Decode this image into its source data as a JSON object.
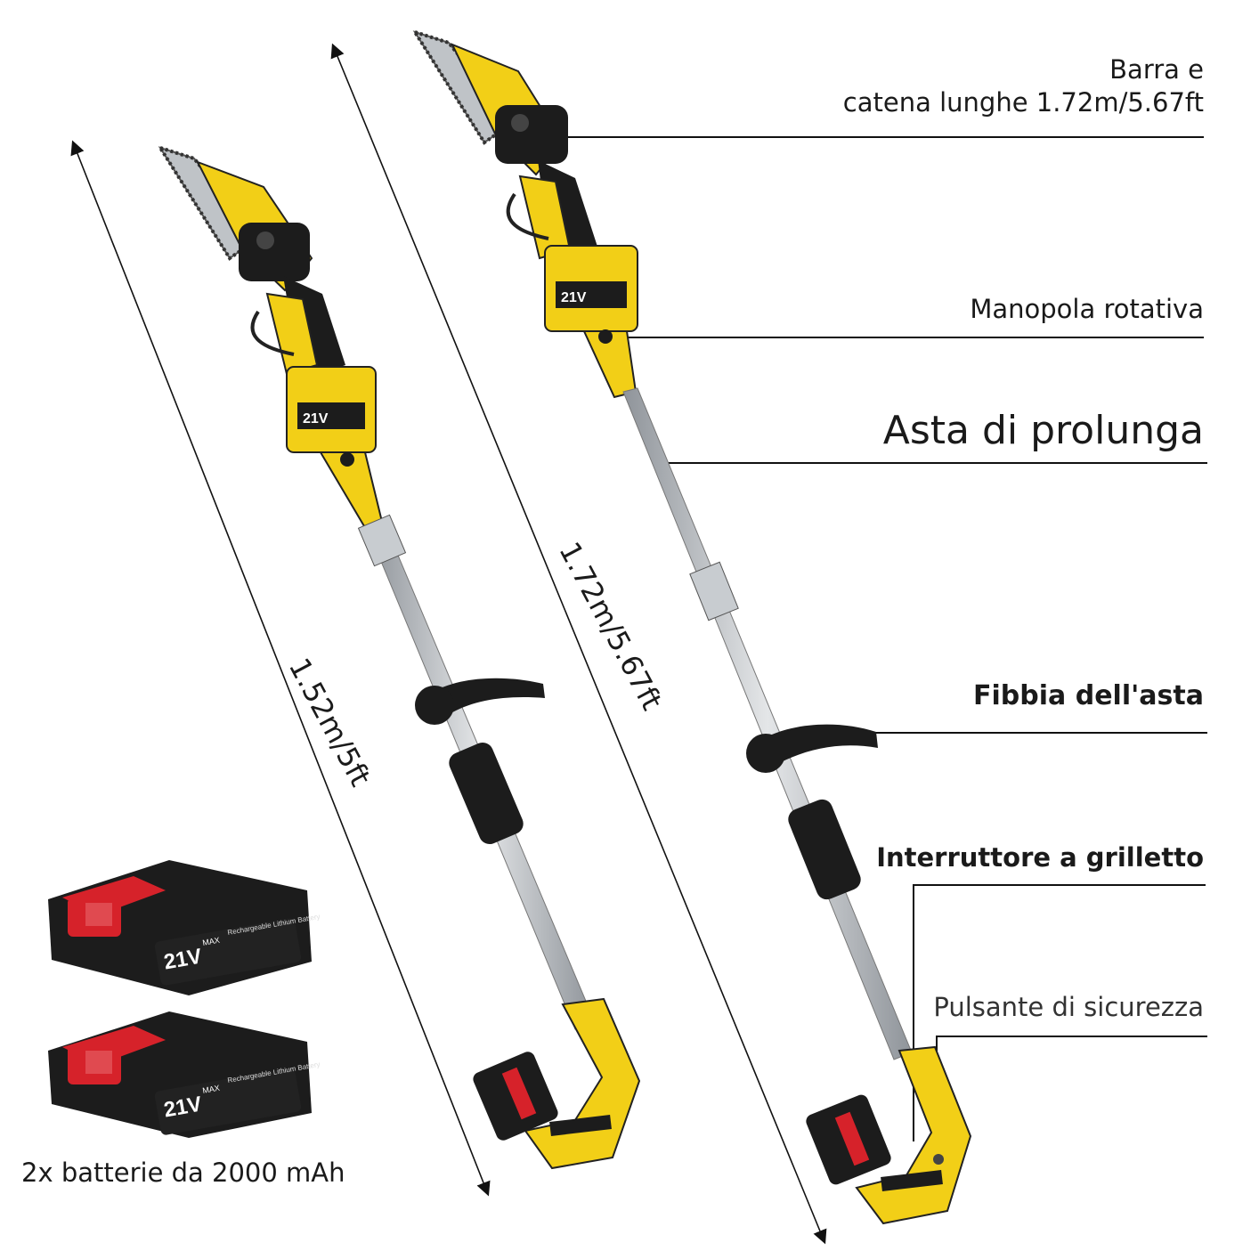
{
  "callouts": {
    "chain_line1": "Barra e",
    "chain_line2": "catena lunghe 1.72m/5.67ft",
    "knob": "Manopola rotativa",
    "pole": "Asta di prolunga",
    "buckle": "Fibbia dell'asta",
    "trigger": "Interruttore a grilletto",
    "safety": "Pulsante di sicurezza"
  },
  "dimensions": {
    "short": "1.52m/5ft",
    "long": "1.72m/5.67ft"
  },
  "battery": {
    "caption": "2x batterie da 2000 mAh",
    "voltage": "21V",
    "max_label": "MAX",
    "brand_text": "Rechargeable Lithium Battery"
  },
  "colors": {
    "yellow": "#f2cf17",
    "black": "#1c1c1c",
    "red": "#d6222a",
    "steel": "#b9bdc2"
  }
}
